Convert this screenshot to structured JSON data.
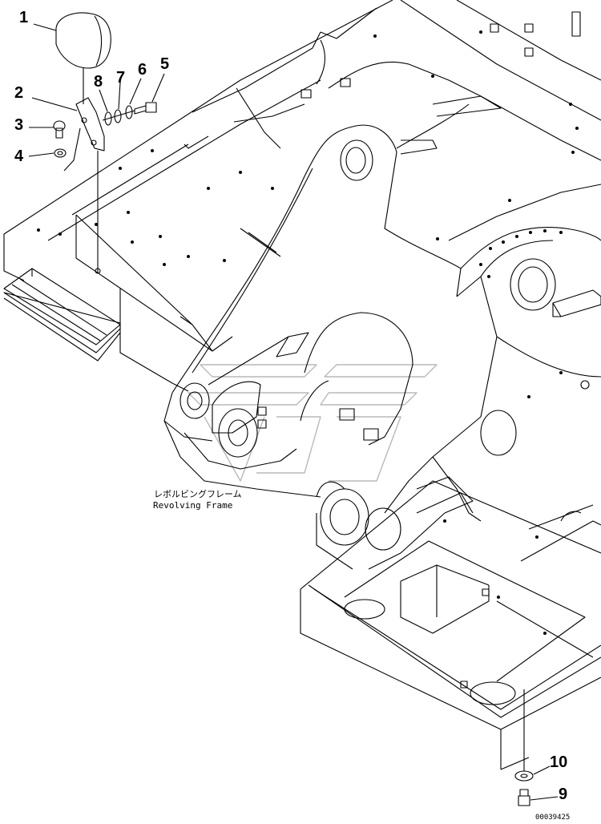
{
  "callouts": [
    "1",
    "2",
    "3",
    "4",
    "5",
    "6",
    "7",
    "8",
    "9",
    "10"
  ],
  "part_name_jp": "レボルビングフレーム",
  "part_name_en": "Revolving Frame",
  "drawing_code": "00039425"
}
